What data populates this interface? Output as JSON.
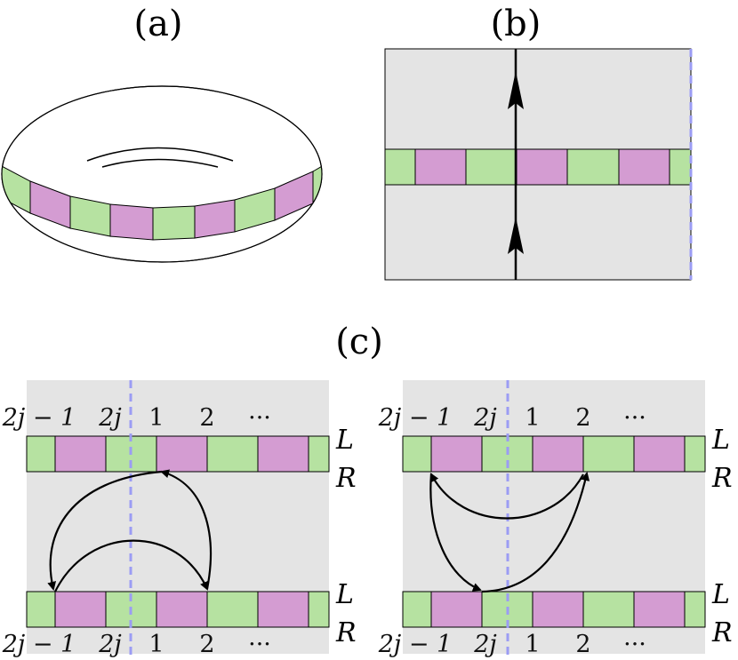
{
  "labels": {
    "a": "(a)",
    "b": "(b)",
    "c": "(c)"
  },
  "colors": {
    "green": "#b6e2a1",
    "purple": "#d49cd2",
    "panel_bg": "#e4e4e4",
    "dashed": "#9b9cf4",
    "stroke": "#000000"
  },
  "chain_labels": {
    "top_c1": [
      "2j − 1",
      "2j",
      "1",
      "2",
      "···"
    ],
    "top_c2": [
      "2j − 1",
      "2j",
      "1",
      "2",
      "···"
    ],
    "bottom_c1": [
      "2j − 1",
      "2j",
      "1",
      "2",
      "···"
    ],
    "bottom_c2": [
      "2j − 1",
      "2j",
      "1",
      "2",
      "···"
    ]
  },
  "side_labels": {
    "L": "L",
    "R": "R"
  }
}
